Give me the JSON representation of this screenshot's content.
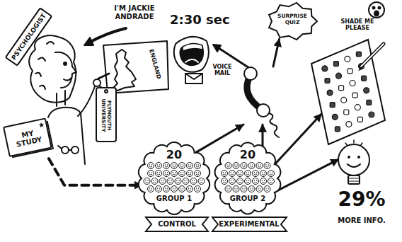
{
  "diagram": {
    "nodes": [
      {
        "text": [
          "PSYCHOLOGIST"
        ]
      },
      {
        "text": [
          "MY STUDY"
        ]
      },
      {
        "text": [
          "20",
          "GROUP 1"
        ]
      },
      {
        "text": [
          "20",
          "GROUP 2"
        ]
      },
      {
        "text": [
          "CONTROL"
        ]
      },
      {
        "text": [
          "EXPERIMENTAL"
        ]
      },
      {
        "text": [
          "2:30 sec",
          "VOICE MAIL"
        ]
      },
      {
        "text": [
          "SURPRISE QUIZ"
        ]
      },
      {
        "text": [
          "SHADE ME PLEASE"
        ]
      },
      {
        "text": [
          "29%",
          "MORE INFO."
        ]
      }
    ],
    "edges": [
      {
        "from": 1,
        "to": 2,
        "arrow": "to"
      },
      {
        "from": 2,
        "to": 6,
        "arrow": "to"
      },
      {
        "from": 3,
        "to": 6,
        "arrow": "to"
      },
      {
        "from": 6,
        "to": 7,
        "arrow": "to"
      },
      {
        "from": 3,
        "to": 8,
        "arrow": "to"
      },
      {
        "from": 3,
        "to": 9,
        "arrow": "to"
      }
    ],
    "labels": [
      "I'M JACKIE ANDRADE",
      "ENGLAND",
      "PLYMOUTH UNIVERSITY"
    ]
  }
}
